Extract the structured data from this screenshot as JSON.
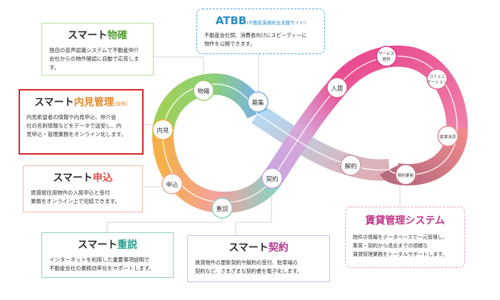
{
  "atbb": {
    "title": "ATBB",
    "subtitle": "(不動産業務総合支援サイト)",
    "desc": "不動産会社間、消費者向けにスピーディーに\n物件を公開できます。"
  },
  "bukkaku": {
    "title_prefix": "スマート",
    "title_accent": "物確",
    "desc": "独自の音声認識システムで不動産仲介\n会社からの物件確認に自動で応答します。"
  },
  "naiken": {
    "title_prefix": "スマート",
    "title_accent": "内見管理",
    "title_suffix": "(仮称)",
    "desc": "内見希望者の情報や内見申込、仲介会\n社の名刺情報などをデータで送受し、内\n見申込・管理業務をオンライン化します。"
  },
  "moushikomi": {
    "title_prefix": "スマート",
    "title_accent": "申込",
    "desc": "賃貸居住用物件の入居申込と受付\n業務をオンライン上で完結できます。"
  },
  "jusetsu": {
    "title_prefix": "スマート",
    "title_accent": "重説",
    "desc": "インターネットを利用した重要事項説明で\n不動産会社の業務効率化をサポートします。"
  },
  "keiyaku": {
    "title_prefix": "スマート",
    "title_accent": "契約",
    "desc": "賃貸物件の更新契約や解約の受付、駐車場の\n契約など、さまざまな契約書を電子化します。"
  },
  "kanri": {
    "title": "賃貸管理システム",
    "desc": "物件の情報をデータベースで一元管理し、\n集客・契約から退去までの煩雑な\n賃貸管理業務をトータルサポートします。"
  },
  "nodes": {
    "bukkaku": "物確",
    "boshu": "募集",
    "naiken": "内見",
    "moushikomi": "申込",
    "jusetsu": "重説",
    "keiyaku": "契約",
    "nyukyo": "入居",
    "service1": "サービス",
    "service2": "提供",
    "comm1": "コミュニ",
    "comm2": "ケーション",
    "yachin": "家賃決済",
    "koshin": "契約更新",
    "kaiyaku": "解約"
  },
  "colors": {
    "green": "#8cc63f",
    "blue": "#7fb3e0",
    "orange": "#f5b04a",
    "salmon": "#f0a59a",
    "pink": "#e85a8c",
    "magenta": "#d8308a",
    "purple": "#c9a6e0",
    "rose": "#c87a86",
    "highlight": "#d8232a"
  }
}
